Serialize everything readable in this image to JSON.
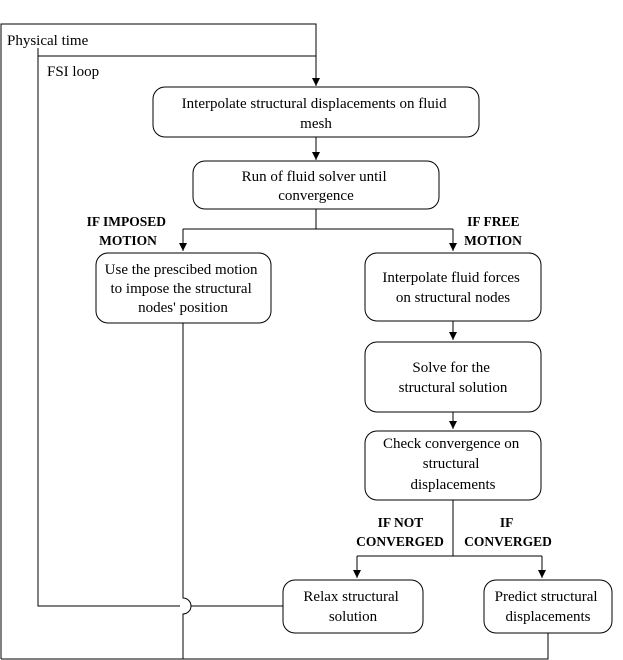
{
  "frames": {
    "outer_label": "Physical time",
    "inner_label": "FSI  loop"
  },
  "boxes": {
    "interpolate_displacements": [
      "Interpolate structural displacements on fluid",
      "mesh"
    ],
    "fluid_solver": [
      "Run of fluid solver until",
      "convergence"
    ],
    "prescribed_motion": [
      "Use the  prescibed motion",
      "to impose the structural",
      "nodes' position"
    ],
    "interpolate_forces": [
      "Interpolate fluid forces",
      "on structural nodes"
    ],
    "solve_structure": [
      "Solve for the",
      "structural solution"
    ],
    "check_convergence": [
      "Check convergence on",
      "structural",
      "displacements"
    ],
    "relax_solution": [
      "Relax structural",
      "solution"
    ],
    "predict_displacements": [
      "Predict structural",
      "displacements"
    ]
  },
  "conditions": {
    "imposed_motion": [
      "IF IMPOSED",
      "MOTION"
    ],
    "free_motion": [
      "IF FREE",
      "MOTION"
    ],
    "not_converged": [
      "IF NOT",
      "CONVERGED"
    ],
    "converged": [
      "IF",
      "CONVERGED"
    ]
  },
  "colors": {
    "stroke": "#000000",
    "background": "#ffffff"
  }
}
